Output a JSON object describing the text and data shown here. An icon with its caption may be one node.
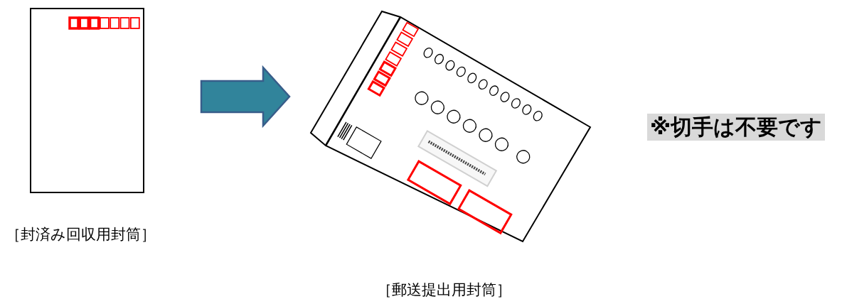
{
  "diagram": {
    "nodes": [
      {
        "text": [],
        "shape": "picture",
        "beside": [
          "［封済み回収用封筒］"
        ]
      },
      {
        "text": [],
        "shape": "picture",
        "beside": [
          "［郵送提出用封筒］"
        ]
      }
    ],
    "edges": [
      {
        "from": 0,
        "to": 1,
        "arrow": "to",
        "style": "thick",
        "color": "#31849b"
      }
    ],
    "labels": [
      "※切手は不要です"
    ]
  }
}
